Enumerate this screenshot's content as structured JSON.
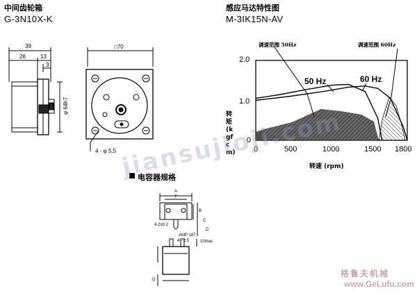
{
  "left": {
    "title_cn": "中间齿轮箱",
    "model": "G-3N10X-K",
    "dims": {
      "total": "39",
      "body": "26",
      "flange": "13",
      "shaft": "3",
      "diameter": "φ 64h7",
      "square": "□70",
      "holes": "4 - φ 5.5"
    }
  },
  "right": {
    "title_cn": "感应马达特性图",
    "model": "M-3IK15N-AV",
    "legend": {
      "range50": "调速范围 50Hz",
      "range60": "调速范围 60Hz"
    },
    "ylabel": "转矩 (kgfcm)",
    "xlabel": "转速 (rpm)"
  },
  "chart_data": {
    "type": "line",
    "title": "感应马达特性图",
    "xlabel": "转速 (rpm)",
    "ylabel": "转矩 (kgfcm)",
    "xlim": [
      0,
      1800
    ],
    "ylim": [
      0,
      2.0
    ],
    "xticks": [
      "0",
      "500",
      "1000",
      "1500",
      "1800"
    ],
    "yticks": [
      "0",
      "1.0",
      "2.0"
    ],
    "grid": false,
    "series": [
      {
        "name": "50 Hz",
        "x": [
          0,
          300,
          600,
          900,
          1100,
          1300,
          1450,
          1500
        ],
        "y": [
          1.05,
          1.15,
          1.27,
          1.38,
          1.4,
          1.22,
          0.55,
          0.0
        ]
      },
      {
        "name": "60 Hz",
        "x": [
          0,
          400,
          800,
          1100,
          1300,
          1450,
          1600,
          1750,
          1800
        ],
        "y": [
          1.0,
          1.1,
          1.22,
          1.33,
          1.36,
          1.3,
          1.05,
          0.35,
          0.0
        ]
      }
    ],
    "annotations": [
      "调速范围 50Hz",
      "调速范围 60Hz"
    ]
  },
  "capacitor": {
    "title_cn": "电容器规格",
    "labels": {
      "a": "A",
      "t": "T",
      "b": "B",
      "c": "C",
      "hole": "4.2±0.2",
      "d": "D",
      "amp": "AMP 187",
      "slot": "4 - 2.5",
      "len": "10max",
      "g": "G"
    }
  },
  "watermark": "jiansujioji.com",
  "footer": {
    "brand_cn": "格鲁夫机械",
    "url": "www.GeLufu.com"
  }
}
